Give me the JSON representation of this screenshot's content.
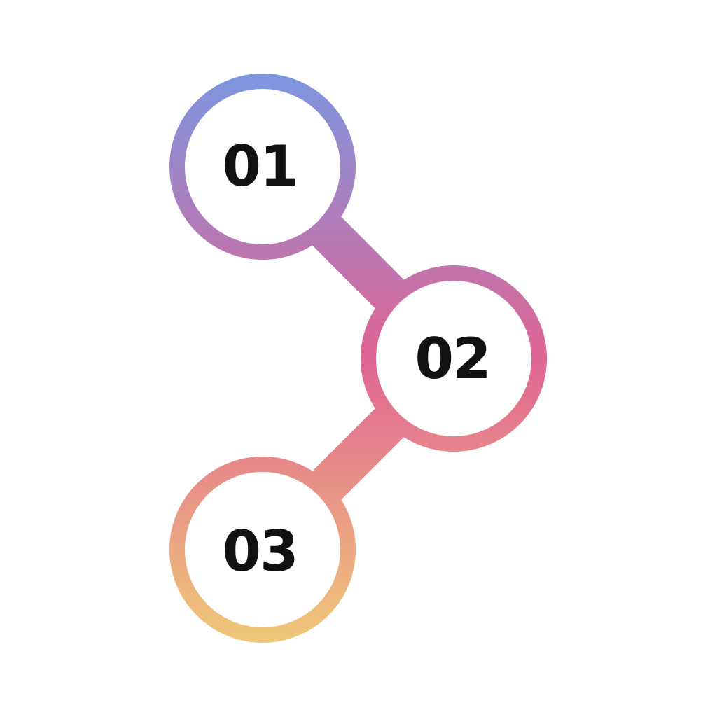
{
  "steps": [
    {
      "number": "01"
    },
    {
      "number": "02"
    },
    {
      "number": "03"
    }
  ],
  "colors": {
    "gradient_top": "#7d96e0",
    "gradient_middle": "#e06494",
    "gradient_bottom": "#f0c878",
    "node_fill": "#ffffff",
    "number_text": "#111111"
  }
}
